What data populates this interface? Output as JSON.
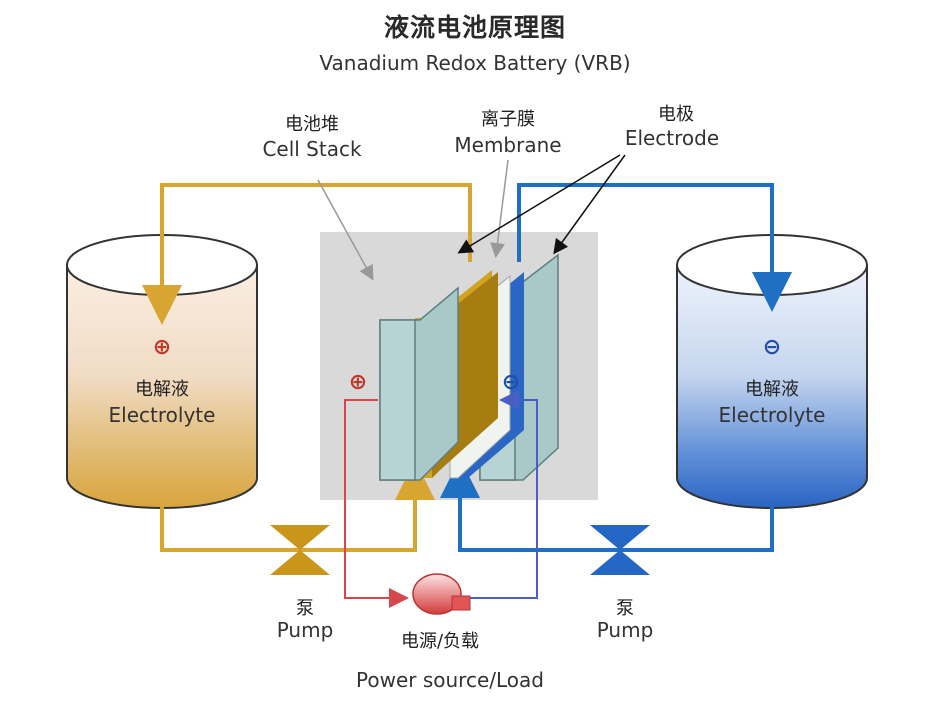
{
  "title": "液流电池原理图",
  "subtitle": "Vanadium Redox Battery (VRB)",
  "labels": {
    "cell_stack_cn": "电池堆",
    "cell_stack_en": "Cell Stack",
    "membrane_cn": "离子膜",
    "membrane_en": "Membrane",
    "electrode_cn": "电极",
    "electrode_en": "Electrode",
    "electrolyte_cn": "电解液",
    "electrolyte_en": "Electrolyte",
    "pump_cn": "泵",
    "pump_en": "Pump",
    "power_cn": "电源/负载",
    "power_en": "Power source/Load"
  },
  "symbols": {
    "positive": "⊕",
    "negative": "⊖"
  },
  "colors": {
    "positive_line": "#d9a531",
    "negative_line": "#1f6fc2",
    "circuit_red": "#d6474b",
    "circuit_blue": "#4a5fc4",
    "stack_bg": "#d9d9d9",
    "plate": "#a9c8c8",
    "membrane_gold": "#d2a321",
    "membrane_blue": "#2c66c4"
  }
}
